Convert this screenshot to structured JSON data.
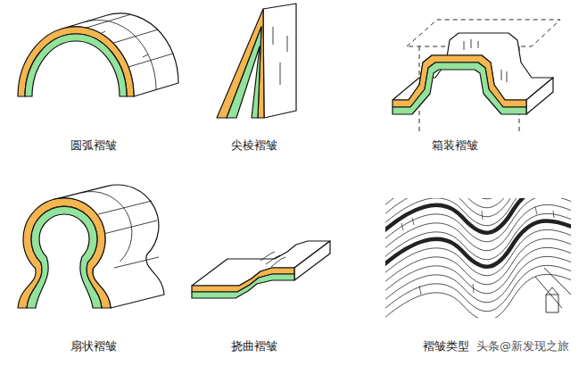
{
  "diagram": {
    "labels": [
      "圆弧褶皱",
      "尖棱褶皱",
      "箱装褶皱",
      "扇状褶皱",
      "挠曲褶皱",
      "褶皱类型",
      "头条@新发现之旅"
    ]
  }
}
